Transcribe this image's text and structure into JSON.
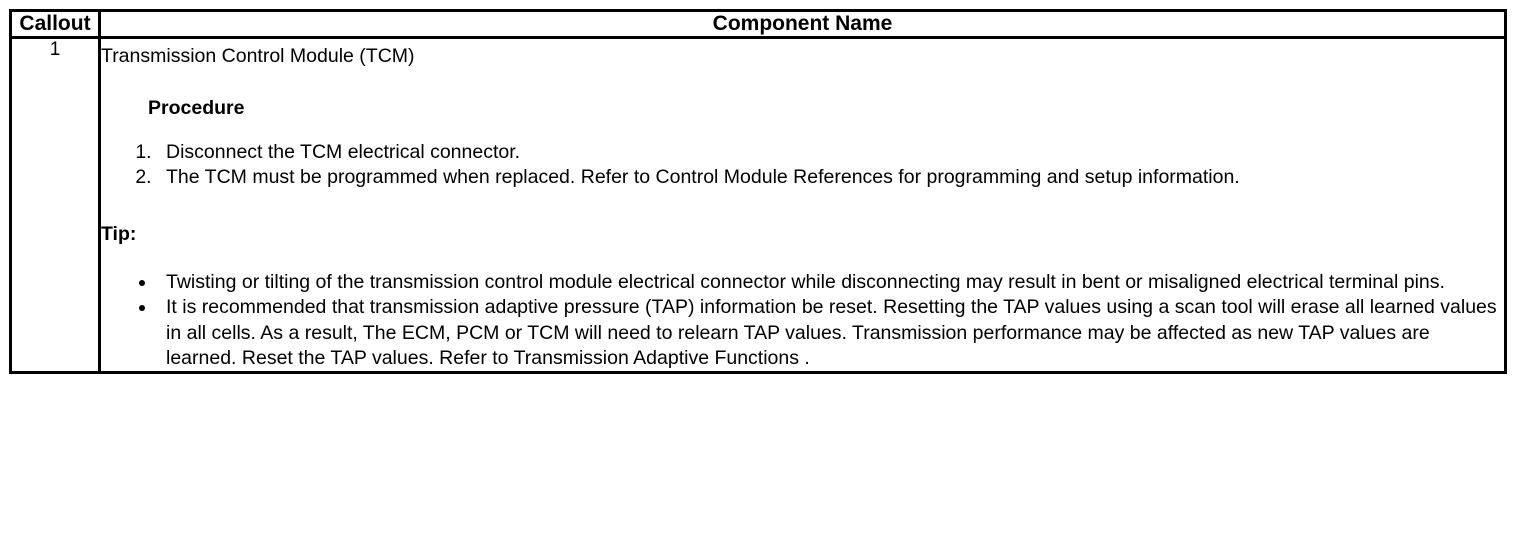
{
  "document": {
    "type": "service-manual-component-table"
  },
  "table": {
    "headers": {
      "callout": "Callout",
      "component_name": "Component Name"
    },
    "rows": [
      {
        "callout": "1",
        "component_title": "Transmission Control Module (TCM)",
        "procedure_heading": "Procedure",
        "procedure_steps": [
          "Disconnect the TCM electrical connector.",
          "The TCM must be programmed when replaced. Refer to Control Module References for programming and setup information."
        ],
        "tip_heading": "Tip:",
        "tip_items": [
          "Twisting or tilting of the transmission control module electrical connector while disconnecting may result in bent or misaligned electrical terminal pins.",
          "It is recommended that transmission adaptive pressure (TAP) information be reset. Resetting the TAP values using a scan tool will erase all learned values in all cells. As a result, The ECM, PCM or TCM will need to relearn TAP values. Transmission performance may be affected as new TAP values are learned. Reset the TAP values. Refer to Transmission Adaptive Functions ."
        ]
      }
    ]
  },
  "colors": {
    "border": "#000000",
    "text": "#000000",
    "background": "#ffffff"
  }
}
